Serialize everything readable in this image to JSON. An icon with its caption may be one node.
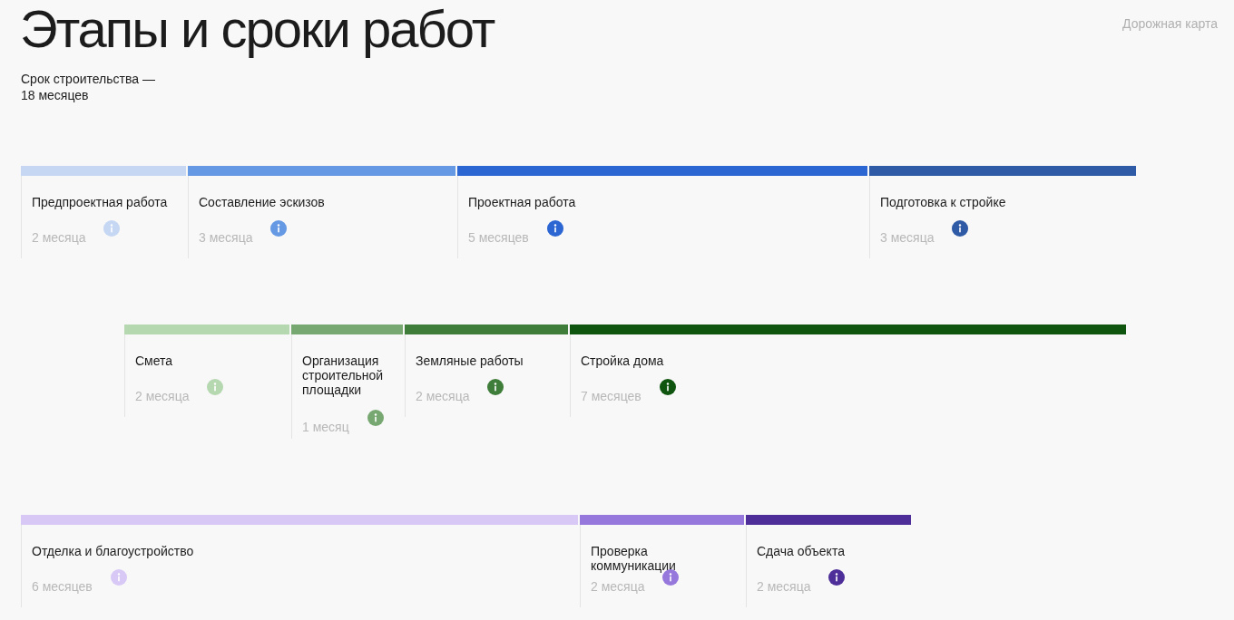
{
  "diagram": {
    "title": "Этапы и сроки работ",
    "nodes": [
      {
        "text": [
          "Предпроектная работа",
          "2 месяца"
        ]
      },
      {
        "text": [
          "Составление эскизов",
          "3 месяца"
        ]
      },
      {
        "text": [
          "Проектная работа",
          "5 месяцев"
        ]
      },
      {
        "text": [
          "Подготовка к стройке",
          "3 месяца"
        ]
      },
      {
        "text": [
          "Смета",
          "2 месяца"
        ]
      },
      {
        "text": [
          "Организация строительной площадки",
          "1 месяц"
        ]
      },
      {
        "text": [
          "Земляные работы",
          "2 месяца"
        ]
      },
      {
        "text": [
          "Стройка дома",
          "7 месяцев"
        ]
      },
      {
        "text": [
          "Отделка и благоустройство",
          "6 месяцев"
        ]
      },
      {
        "text": [
          "Проверка коммуникации",
          "2 месяца"
        ]
      },
      {
        "text": [
          "Сдача объекта",
          "2 месяца"
        ]
      }
    ],
    "labels": [
      "Дорожная карта",
      "Срок строительства — 18 месяцев"
    ]
  }
}
